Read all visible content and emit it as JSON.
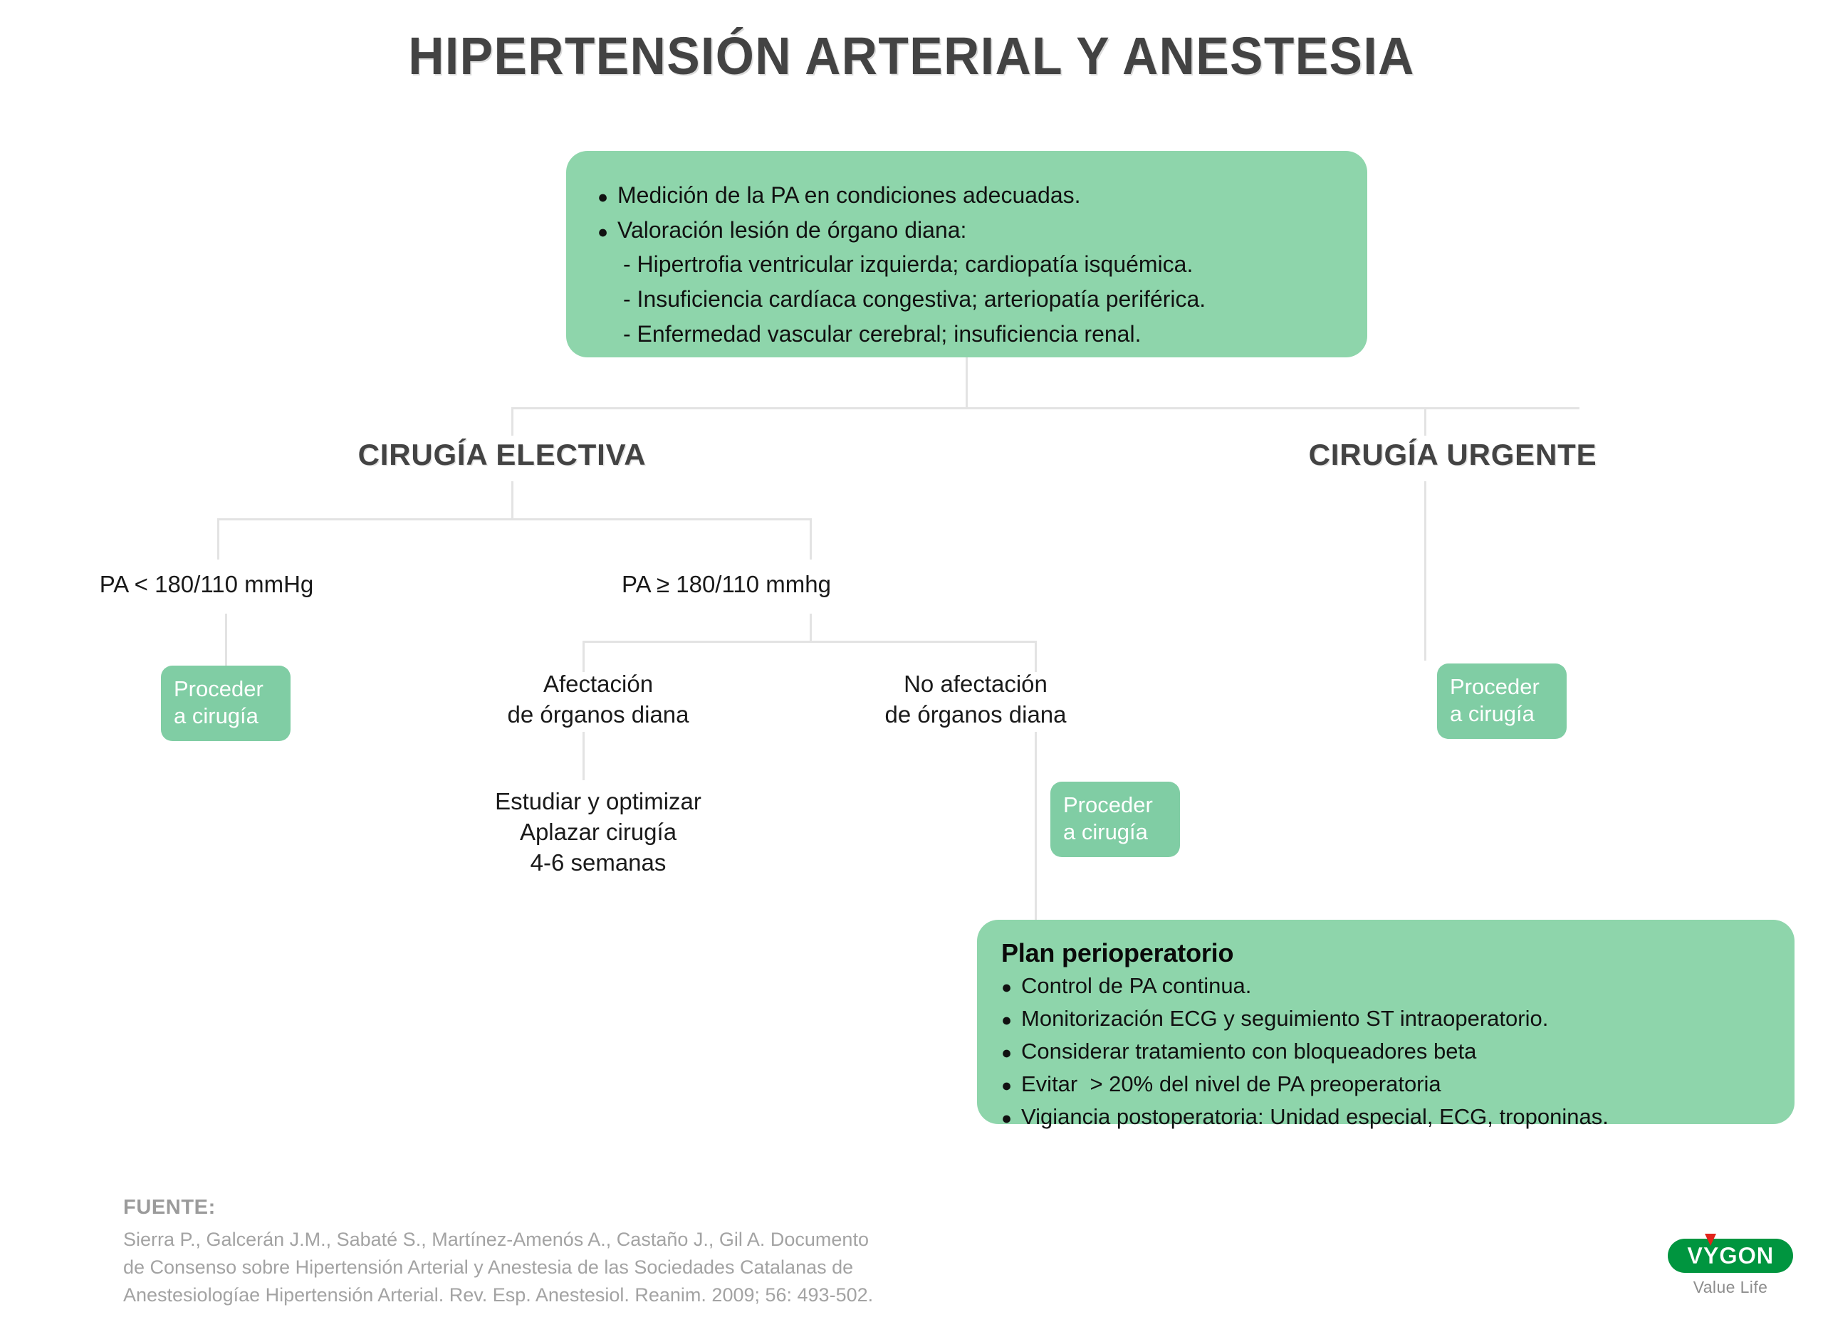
{
  "title": "HIPERTENSIÓN ARTERIAL Y ANESTESIA",
  "colors": {
    "panel_green": "#8ed5ab",
    "pill_green": "#80cda4",
    "line_grey": "#e3e3e3",
    "heading_grey": "#434343",
    "logo_green": "#00953f",
    "logo_red": "#e2231a"
  },
  "top_panel": {
    "bullets": [
      "Medición de la PA en condiciones adecuadas.",
      "Valoración lesión de órgano diana:"
    ],
    "sub_items": [
      "- Hipertrofia ventricular izquierda; cardiopatía isquémica.",
      "- Insuficiencia cardíaca congestiva; arteriopatía periférica.",
      "- Enfermedad vascular cerebral; insuficiencia renal."
    ],
    "bullet_glyph": "●"
  },
  "branches": {
    "electiva_heading": "CIRUGÍA ELECTIVA",
    "urgente_heading": "CIRUGÍA URGENTE"
  },
  "labels": {
    "pa_low": "PA < 180/110 mmHg",
    "pa_high": "PA ≥ 180/110 mmhg",
    "afectacion": "Afectación\nde órganos diana",
    "no_afectacion": "No afectación\nde órganos diana",
    "estudiar": "Estudiar y optimizar\nAplazar cirugía\n4-6 semanas"
  },
  "pills": {
    "proceder_1": "Proceder\na cirugía",
    "proceder_2": "Proceder\na cirugía",
    "proceder_3": "Proceder\na cirugía"
  },
  "plan_panel": {
    "title": "Plan perioperatorio",
    "bullet_glyph": "●",
    "bullets": [
      "Control de PA continua.",
      "Monitorización ECG y seguimiento ST intraoperatorio.",
      "Considerar tratamiento con bloqueadores beta",
      "Evitar  > 20% del nivel de PA preoperatoria",
      "Vigiancia postoperatoria: Unidad especial, ECG, troponinas."
    ]
  },
  "footer": {
    "fuente_label": "FUENTE:",
    "fuente_text": "Sierra P., Galcerán J.M., Sabaté S., Martínez-Amenós A., Castaño J., Gil A. Documento\nde Consenso sobre Hipertensión Arterial y Anestesia de las Sociedades Catalanas de\nAnestesiologíae Hipertensión Arterial. Rev. Esp. Anestesiol. Reanim. 2009; 56: 493-502."
  },
  "logo": {
    "word": "VYGON",
    "tagline": "Value Life"
  }
}
